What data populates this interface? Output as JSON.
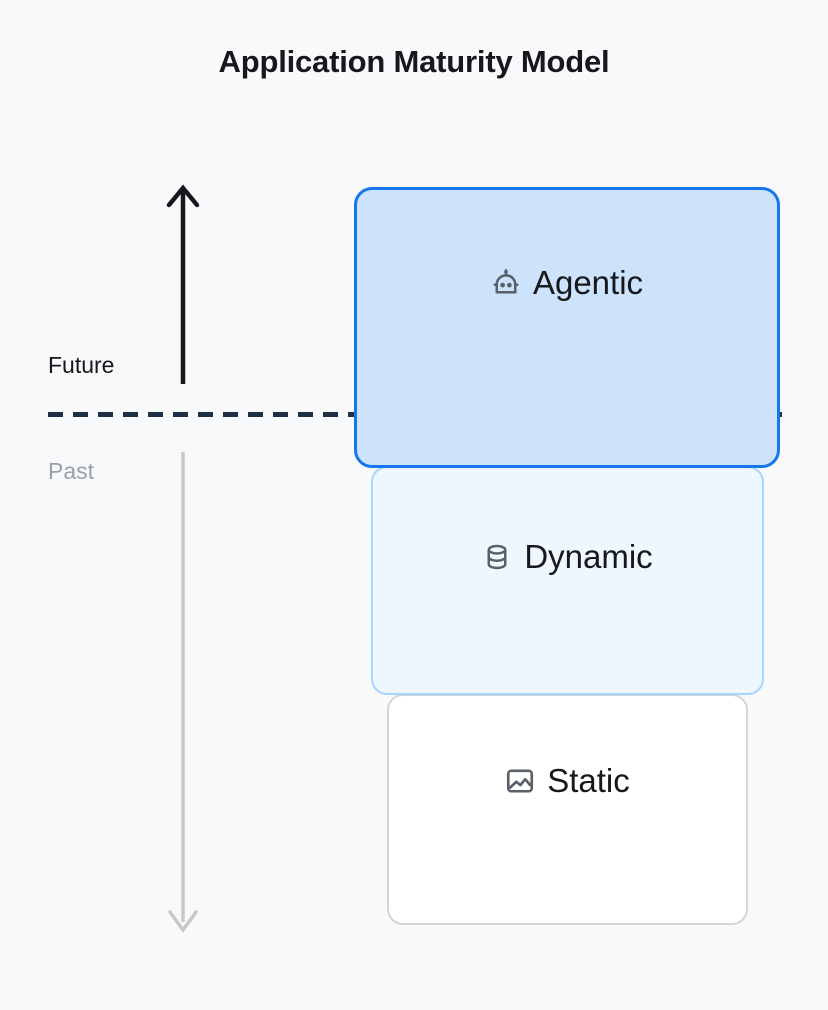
{
  "diagram": {
    "title": "Application Maturity Model",
    "background_color": "#f8f9fa",
    "axis": {
      "top_label": "Future",
      "bottom_label": "Past",
      "top_label_color": "#16181c",
      "bottom_label_color": "#9aa1ab",
      "up_arrow_color": "#16181c",
      "down_arrow_color": "#c6c8ca",
      "up_arrow_name": "arrow-up-future",
      "down_arrow_name": "arrow-down-past"
    },
    "divider": {
      "name": "dashed-divider-line",
      "color": "#1f3044",
      "style": "dashed"
    },
    "layers": [
      {
        "id": "agentic",
        "label": "Agentic",
        "icon": "robot-icon",
        "fill": "#cde2fb",
        "border": "#1677ea",
        "icon_color": "#5a6068"
      },
      {
        "id": "dynamic",
        "label": "Dynamic",
        "icon": "database-icon",
        "fill": "#eef6fe",
        "border": "#a9d4fb",
        "icon_color": "#5a6068"
      },
      {
        "id": "static",
        "label": "Static",
        "icon": "image-icon",
        "fill": "#ffffff",
        "border": "#d3d5d8",
        "icon_color": "#5a6068"
      }
    ]
  }
}
